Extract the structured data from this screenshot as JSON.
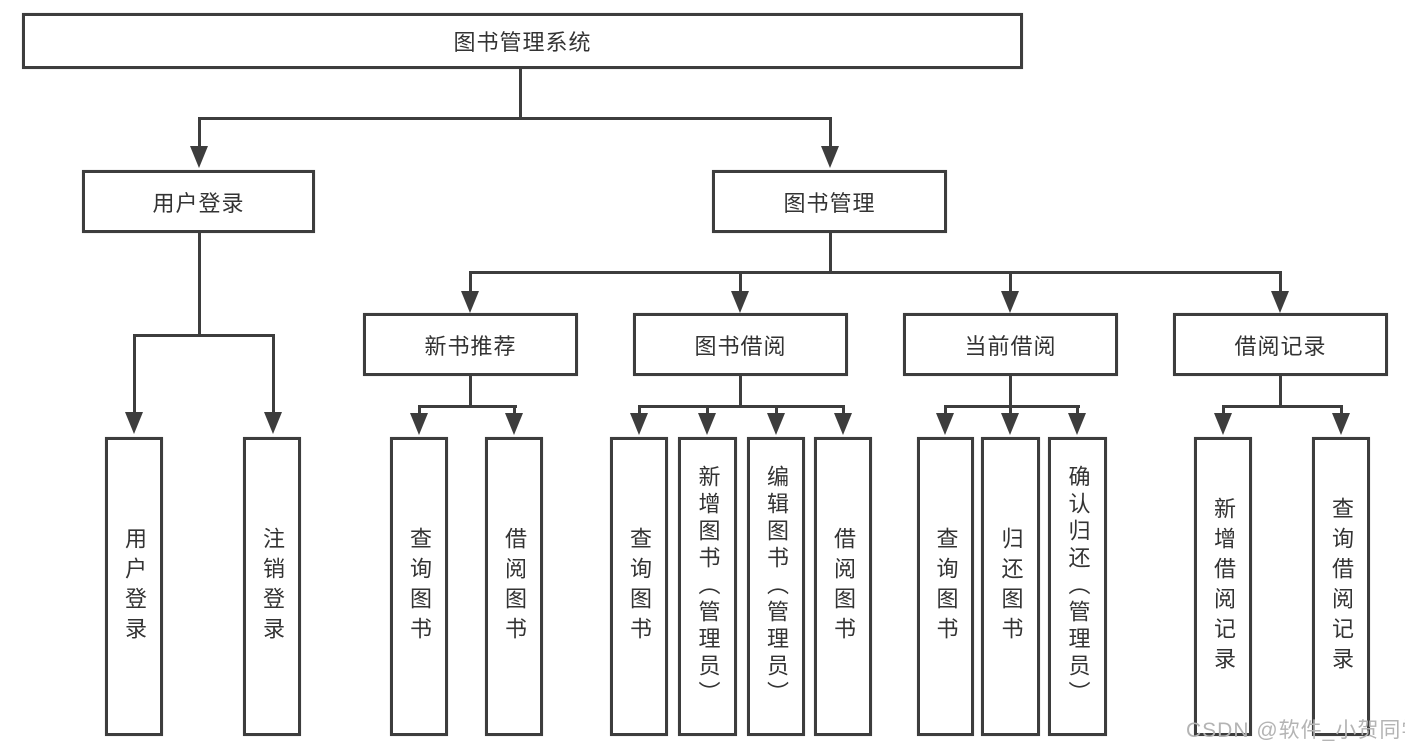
{
  "diagram": {
    "root": {
      "label": "图书管理系统"
    },
    "level2": [
      {
        "label": "用户登录"
      },
      {
        "label": "图书管理"
      }
    ],
    "level3": [
      {
        "label": "新书推荐"
      },
      {
        "label": "图书借阅"
      },
      {
        "label": "当前借阅"
      },
      {
        "label": "借阅记录"
      }
    ],
    "leaves": {
      "user_login": [
        "用户登录",
        "注销登录"
      ],
      "new_book": [
        "查询图书",
        "借阅图书"
      ],
      "book_borrow": [
        "查询图书",
        "新增图书（管理员）",
        "编辑图书（管理员）",
        "借阅图书"
      ],
      "current_borrow": [
        "查询图书",
        "归还图书",
        "确认归还（管理员）"
      ],
      "borrow_record": [
        "新增借阅记录",
        "查询借阅记录"
      ]
    }
  },
  "watermark": {
    "text": "CSDN @软件_小贺同学",
    "color": "#b4b4b4"
  },
  "colors": {
    "line": "#3d3d3d",
    "text": "#333333",
    "background": "#ffffff"
  }
}
